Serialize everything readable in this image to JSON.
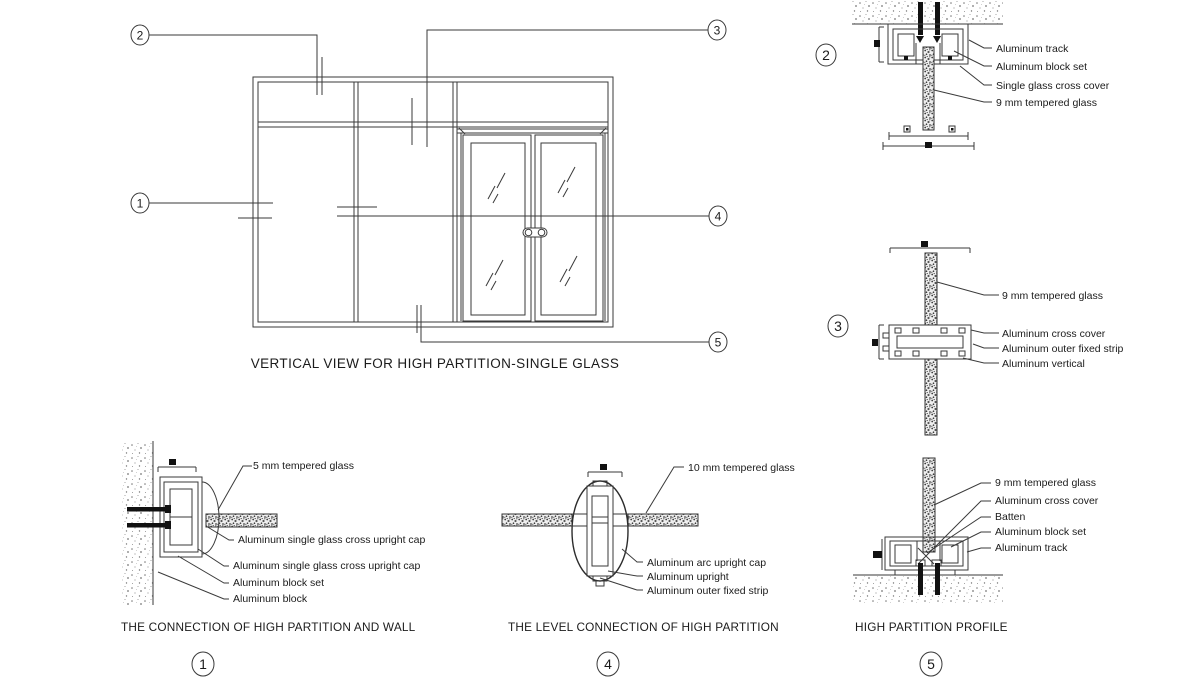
{
  "main_view": {
    "caption": "VERTICAL VIEW FOR HIGH PARTITION-SINGLE GLASS",
    "callouts": {
      "c1": "1",
      "c2": "2",
      "c3": "3",
      "c4": "4",
      "c5": "5"
    }
  },
  "details": {
    "wall_connection": {
      "number": "1",
      "caption": "THE CONNECTION OF HIGH PARTITION AND WALL",
      "labels": {
        "glass": "5 mm tempered glass",
        "cap1": "Aluminum single glass cross upright cap",
        "cap2": "Aluminum single glass cross upright cap",
        "block_set": "Aluminum block set",
        "block": "Aluminum block"
      }
    },
    "ceiling_track": {
      "number": "2",
      "labels": {
        "track": "Aluminum track",
        "block_set": "Aluminum block set",
        "cover": "Single glass cross cover",
        "glass": "9 mm tempered glass"
      }
    },
    "cross_section": {
      "number": "3",
      "labels": {
        "glass": "9 mm tempered glass",
        "cross_cover": "Aluminum cross cover",
        "outer_strip": "Aluminum outer fixed strip",
        "vertical": "Aluminum vertical"
      }
    },
    "level_connection": {
      "number": "4",
      "caption": "THE LEVEL CONNECTION OF HIGH PARTITION",
      "labels": {
        "glass": "10 mm tempered glass",
        "arc_cap": "Aluminum arc upright cap",
        "upright": "Aluminum upright",
        "outer_strip": "Aluminum outer fixed strip"
      }
    },
    "floor_track": {
      "number": "5",
      "caption": "HIGH PARTITION PROFILE",
      "labels": {
        "glass": "9 mm tempered glass",
        "cross_cover": "Aluminum cross cover",
        "batten": "Batten",
        "block_set": "Aluminum block set",
        "track": "Aluminum track"
      }
    }
  },
  "colors": {
    "line": "#3a3a3a",
    "text": "#1b1b1b",
    "background": "#ffffff"
  }
}
